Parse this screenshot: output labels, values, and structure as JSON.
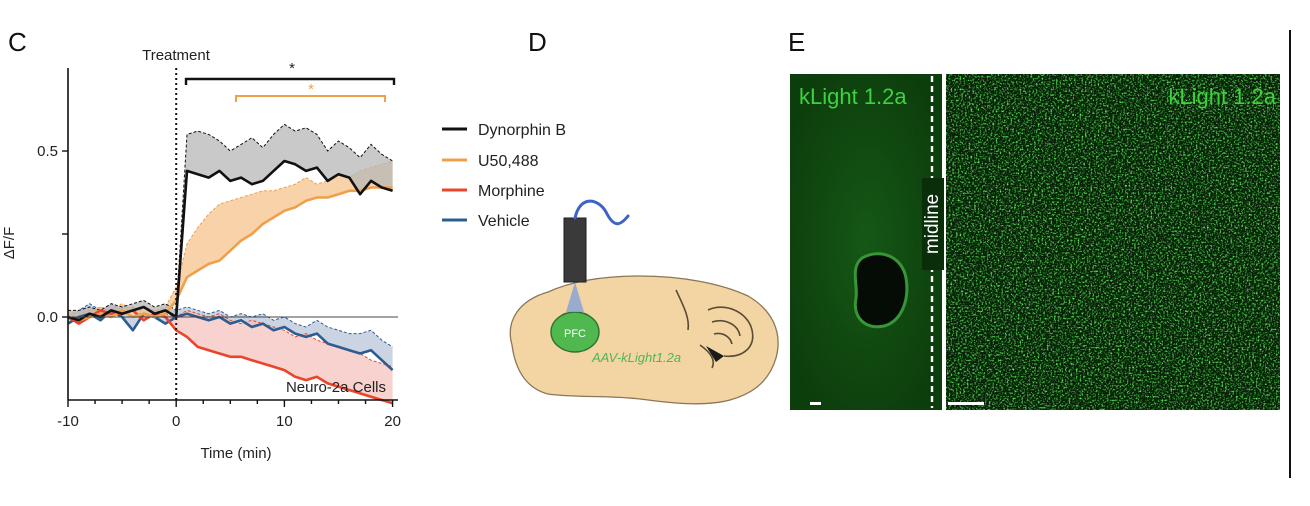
{
  "panels": {
    "c_letter": "C",
    "d_letter": "D",
    "e_letter": "E"
  },
  "chart_data": {
    "type": "line",
    "treatment_label": "Treatment",
    "cell_label": "Neuro-2a Cells",
    "xlabel": "Time (min)",
    "ylabel": "ΔF/F",
    "xlim": [
      -10,
      20.5
    ],
    "ylim": [
      -0.25,
      0.75
    ],
    "x_ticks": [
      "-10",
      "0",
      "10",
      "20"
    ],
    "y_ticks": [
      "0.0",
      "0.5"
    ],
    "sig_black": "*",
    "sig_orange": "*",
    "series": [
      {
        "name": "Dynorphin B",
        "color": "#111111",
        "fill": "#b7b7b7",
        "x": [
          -10,
          -9,
          -8,
          -7,
          -6,
          -5,
          -4,
          -3,
          -2,
          -1,
          0,
          1,
          2,
          3,
          4,
          5,
          6,
          7,
          8,
          9,
          10,
          11,
          12,
          13,
          14,
          15,
          16,
          17,
          18,
          19,
          20
        ],
        "values": [
          0.0,
          -0.01,
          0.01,
          0.0,
          0.02,
          0.01,
          0.02,
          0.03,
          0.01,
          0.02,
          0.0,
          0.44,
          0.43,
          0.42,
          0.44,
          0.41,
          0.42,
          0.4,
          0.41,
          0.44,
          0.47,
          0.46,
          0.44,
          0.45,
          0.41,
          0.43,
          0.42,
          0.37,
          0.41,
          0.39,
          0.38
        ],
        "upper": [
          0.02,
          0.02,
          0.03,
          0.02,
          0.04,
          0.03,
          0.04,
          0.05,
          0.03,
          0.04,
          0.02,
          0.55,
          0.56,
          0.55,
          0.53,
          0.5,
          0.52,
          0.54,
          0.51,
          0.55,
          0.58,
          0.56,
          0.57,
          0.55,
          0.5,
          0.53,
          0.51,
          0.48,
          0.52,
          0.49,
          0.47
        ]
      },
      {
        "name": "U50,488",
        "color": "#f0a04a",
        "fill": "#f6c48e",
        "x": [
          -10,
          -9,
          -8,
          -7,
          -6,
          -5,
          -4,
          -3,
          -2,
          -1,
          0,
          1,
          2,
          3,
          4,
          5,
          6,
          7,
          8,
          9,
          10,
          11,
          12,
          13,
          14,
          15,
          16,
          17,
          18,
          19,
          20
        ],
        "values": [
          0.0,
          -0.01,
          0.0,
          0.01,
          0.0,
          0.02,
          0.0,
          0.01,
          0.0,
          0.01,
          0.05,
          0.12,
          0.14,
          0.16,
          0.17,
          0.2,
          0.23,
          0.25,
          0.28,
          0.3,
          0.32,
          0.33,
          0.35,
          0.36,
          0.36,
          0.37,
          0.38,
          0.38,
          0.39,
          0.39,
          0.39
        ],
        "upper": [
          0.02,
          0.01,
          0.02,
          0.03,
          0.02,
          0.04,
          0.02,
          0.03,
          0.02,
          0.03,
          0.09,
          0.22,
          0.27,
          0.31,
          0.34,
          0.35,
          0.36,
          0.37,
          0.38,
          0.38,
          0.39,
          0.4,
          0.42,
          0.4,
          0.41,
          0.43,
          0.42,
          0.44,
          0.45,
          0.46,
          0.47
        ]
      },
      {
        "name": "Morphine",
        "color": "#e8452a",
        "fill": "#f5c3bd",
        "x": [
          -10,
          -9,
          -8,
          -7,
          -6,
          -5,
          -4,
          -3,
          -2,
          -1,
          0,
          1,
          2,
          3,
          4,
          5,
          6,
          7,
          8,
          9,
          10,
          11,
          12,
          13,
          14,
          15,
          16,
          17,
          18,
          19,
          20
        ],
        "values": [
          0.0,
          -0.02,
          0.0,
          0.02,
          0.01,
          0.01,
          0.02,
          -0.01,
          0.01,
          0.0,
          -0.04,
          -0.06,
          -0.09,
          -0.1,
          -0.11,
          -0.12,
          -0.12,
          -0.13,
          -0.14,
          -0.15,
          -0.16,
          -0.18,
          -0.19,
          -0.18,
          -0.2,
          -0.21,
          -0.22,
          -0.23,
          -0.24,
          -0.25,
          -0.26
        ],
        "lower_band_top": [
          0.01,
          -0.01,
          0.01,
          0.03,
          0.02,
          0.02,
          0.03,
          0.0,
          0.02,
          0.01,
          0.0,
          0.02,
          0.01,
          0.0,
          0.01,
          -0.01,
          -0.02,
          -0.01,
          -0.02,
          -0.03,
          -0.04,
          -0.06,
          -0.05,
          -0.07,
          -0.08,
          -0.09,
          -0.1,
          -0.11,
          -0.13,
          -0.14,
          -0.15
        ]
      },
      {
        "name": "Vehicle",
        "color": "#2d5c91",
        "fill": "#b9c6d8",
        "x": [
          -10,
          -9,
          -8,
          -7,
          -6,
          -5,
          -4,
          -3,
          -2,
          -1,
          0,
          1,
          2,
          3,
          4,
          5,
          6,
          7,
          8,
          9,
          10,
          11,
          12,
          13,
          14,
          15,
          16,
          17,
          18,
          19,
          20
        ],
        "values": [
          -0.02,
          0.0,
          0.01,
          -0.01,
          0.02,
          0.0,
          -0.04,
          0.01,
          0.0,
          -0.02,
          0.0,
          0.01,
          0.0,
          -0.01,
          0.0,
          -0.02,
          -0.01,
          -0.03,
          -0.02,
          -0.04,
          -0.03,
          -0.05,
          -0.06,
          -0.05,
          -0.08,
          -0.09,
          -0.1,
          -0.11,
          -0.1,
          -0.13,
          -0.16
        ],
        "upper": [
          0.0,
          0.02,
          0.04,
          0.02,
          0.04,
          0.02,
          0.0,
          0.03,
          0.02,
          0.0,
          0.02,
          0.03,
          0.02,
          0.01,
          0.02,
          0.0,
          0.01,
          0.0,
          0.01,
          -0.01,
          0.0,
          -0.02,
          -0.03,
          -0.01,
          -0.03,
          -0.04,
          -0.05,
          -0.05,
          -0.04,
          -0.07,
          -0.09
        ]
      }
    ]
  },
  "diagram": {
    "region_label": "PFC",
    "virus_label": "AAV-kLight1.2a"
  },
  "micrographs": {
    "left_label": "kLight 1.2a",
    "right_label": "kLight 1.2a",
    "midline_label": "midline"
  }
}
